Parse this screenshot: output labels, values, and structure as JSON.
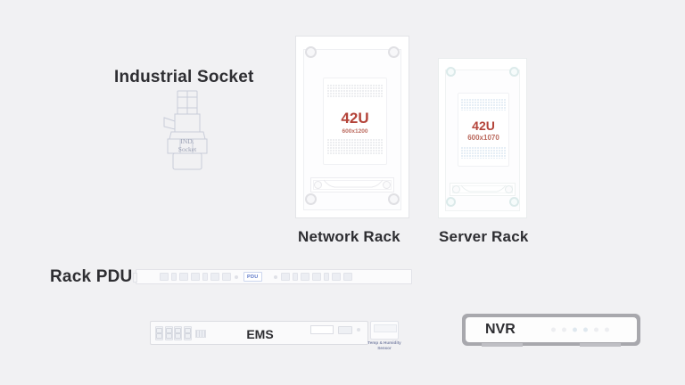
{
  "background_color": "#f1f1f3",
  "items": {
    "industrial_socket": {
      "label": "Industrial Socket",
      "device_text_line1": "IND.",
      "device_text_line2": "Socket"
    },
    "network_rack": {
      "label": "Network Rack",
      "u_size": "42U",
      "dimensions": "600x1200",
      "accent_color": "#b4443a"
    },
    "server_rack": {
      "label": "Server Rack",
      "u_size": "42U",
      "dimensions": "600x1070",
      "accent_color": "#b4443a"
    },
    "rack_pdu": {
      "label": "Rack PDU",
      "badge": "PDU",
      "badge_color": "#5b77c8"
    },
    "ems": {
      "label": "EMS"
    },
    "temp_humidity_sensor": {
      "label_line1": "Temp & Humidity",
      "label_line2": "Sensor"
    },
    "nvr": {
      "label": "NVR"
    }
  }
}
